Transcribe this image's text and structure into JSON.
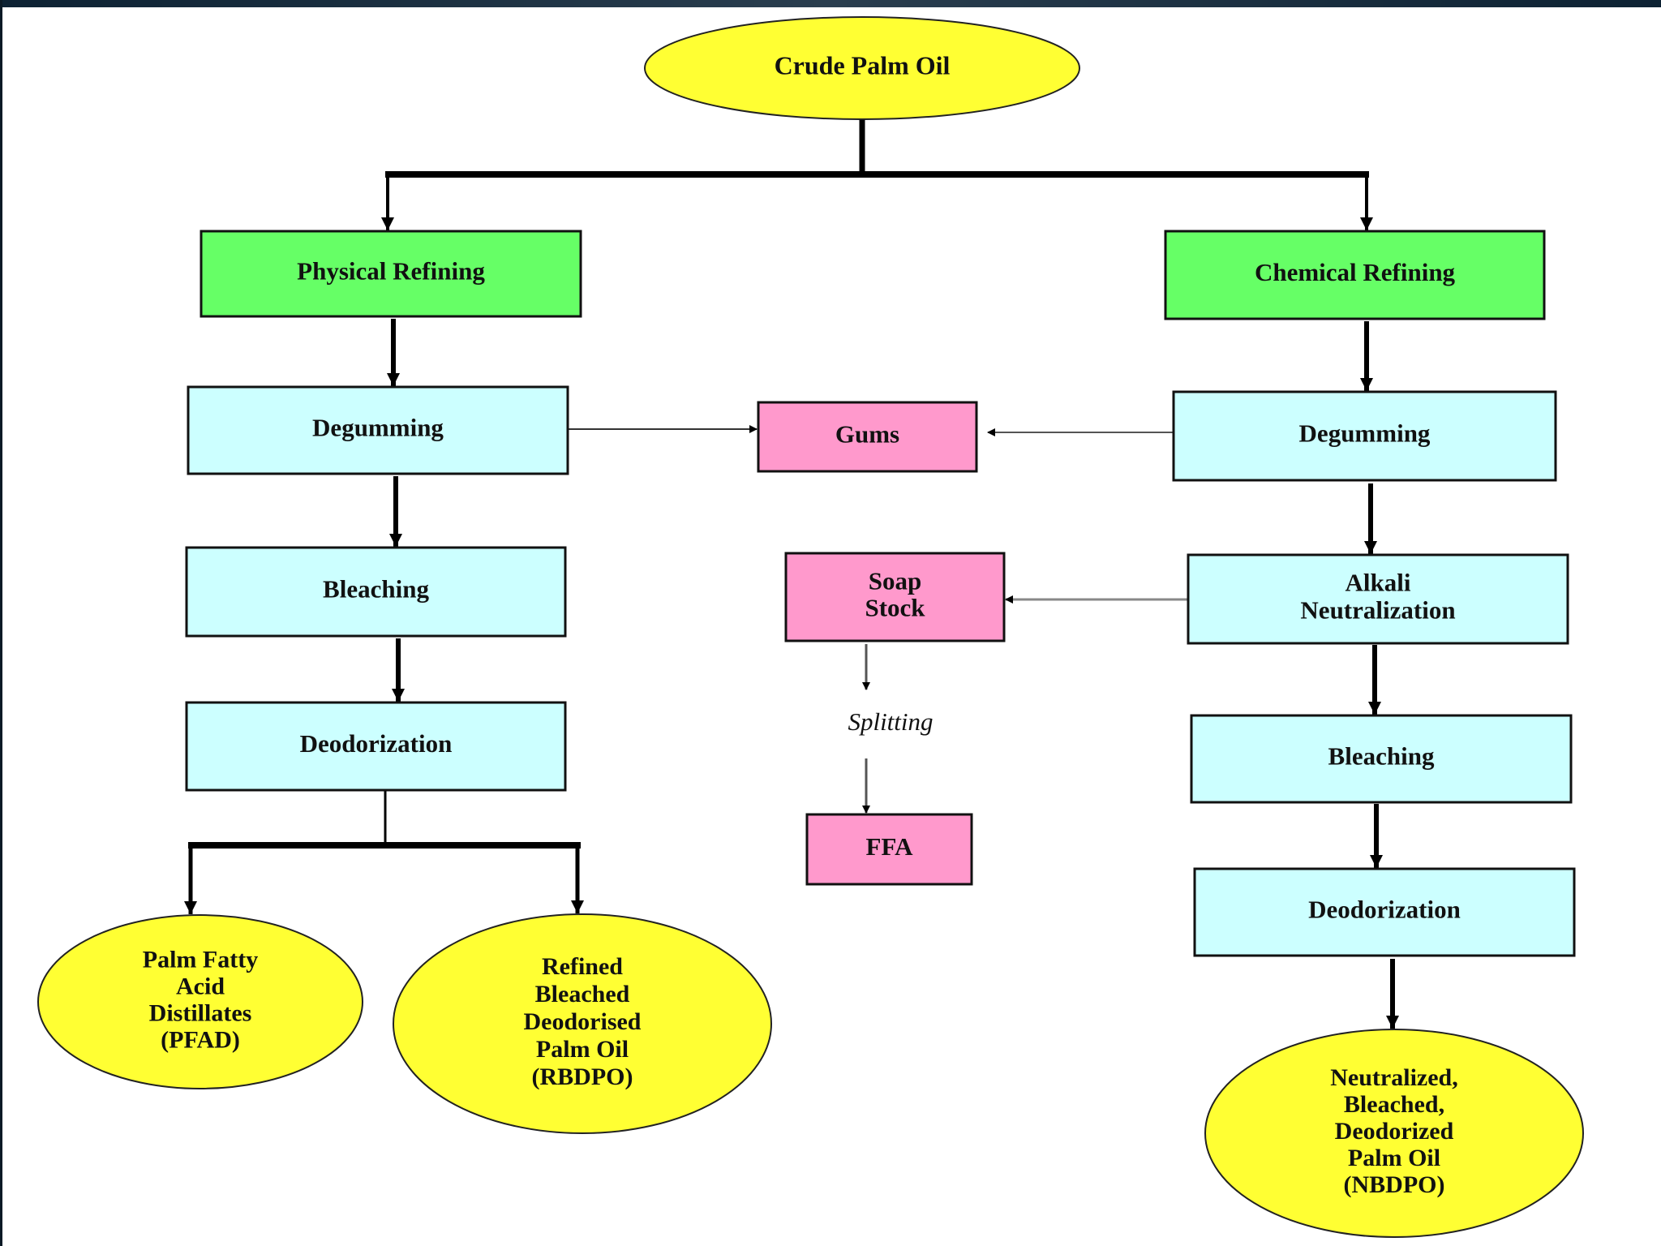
{
  "diagram": {
    "title": "Palm oil refining process flowchart",
    "colors": {
      "product": "#ffff33",
      "method": "#66ff66",
      "process_step": "#ccffff",
      "byproduct": "#ff99cc",
      "line": "#000000"
    },
    "nodes": {
      "crude_palm_oil": {
        "lines": [
          "Crude Palm Oil"
        ],
        "kind": "product"
      },
      "physical_refining": {
        "lines": [
          "Physical Refining"
        ],
        "kind": "method"
      },
      "chemical_refining": {
        "lines": [
          "Chemical Refining"
        ],
        "kind": "method"
      },
      "physical_degumming": {
        "lines": [
          "Degumming"
        ],
        "kind": "process_step"
      },
      "physical_bleaching": {
        "lines": [
          "Bleaching"
        ],
        "kind": "process_step"
      },
      "physical_deodorization": {
        "lines": [
          "Deodorization"
        ],
        "kind": "process_step"
      },
      "gums": {
        "lines": [
          "Gums"
        ],
        "kind": "byproduct"
      },
      "soap_stock": {
        "lines": [
          "Soap",
          "Stock"
        ],
        "kind": "byproduct"
      },
      "splitting": {
        "lines": [
          "Splitting"
        ],
        "kind": "label"
      },
      "ffa": {
        "lines": [
          "FFA"
        ],
        "kind": "byproduct"
      },
      "chemical_degumming": {
        "lines": [
          "Degumming"
        ],
        "kind": "process_step"
      },
      "alkali_neutralization": {
        "lines": [
          "Alkali",
          "Neutralization"
        ],
        "kind": "process_step"
      },
      "chemical_bleaching": {
        "lines": [
          "Bleaching"
        ],
        "kind": "process_step"
      },
      "chemical_deodorization": {
        "lines": [
          "Deodorization"
        ],
        "kind": "process_step"
      },
      "pfad": {
        "lines": [
          "Palm Fatty",
          "Acid",
          "Distillates",
          "(PFAD)"
        ],
        "kind": "product"
      },
      "rbdpo": {
        "lines": [
          "Refined",
          "Bleached",
          "Deodorised",
          "Palm Oil",
          "(RBDPO)"
        ],
        "kind": "product"
      },
      "nbdpo": {
        "lines": [
          "Neutralized,",
          "Bleached,",
          "Deodorized",
          "Palm Oil",
          "(NBDPO)"
        ],
        "kind": "product"
      }
    },
    "edges": [
      {
        "from": "crude_palm_oil",
        "to": "physical_refining"
      },
      {
        "from": "crude_palm_oil",
        "to": "chemical_refining"
      },
      {
        "from": "physical_refining",
        "to": "physical_degumming"
      },
      {
        "from": "physical_degumming",
        "to": "physical_bleaching"
      },
      {
        "from": "physical_bleaching",
        "to": "physical_deodorization"
      },
      {
        "from": "physical_deodorization",
        "to": "pfad"
      },
      {
        "from": "physical_deodorization",
        "to": "rbdpo"
      },
      {
        "from": "physical_degumming",
        "to": "gums"
      },
      {
        "from": "chemical_degumming",
        "to": "gums"
      },
      {
        "from": "chemical_refining",
        "to": "chemical_degumming"
      },
      {
        "from": "chemical_degumming",
        "to": "alkali_neutralization"
      },
      {
        "from": "alkali_neutralization",
        "to": "soap_stock"
      },
      {
        "from": "soap_stock",
        "to": "splitting"
      },
      {
        "from": "splitting",
        "to": "ffa"
      },
      {
        "from": "alkali_neutralization",
        "to": "chemical_bleaching"
      },
      {
        "from": "chemical_bleaching",
        "to": "chemical_deodorization"
      },
      {
        "from": "chemical_deodorization",
        "to": "nbdpo"
      }
    ]
  }
}
